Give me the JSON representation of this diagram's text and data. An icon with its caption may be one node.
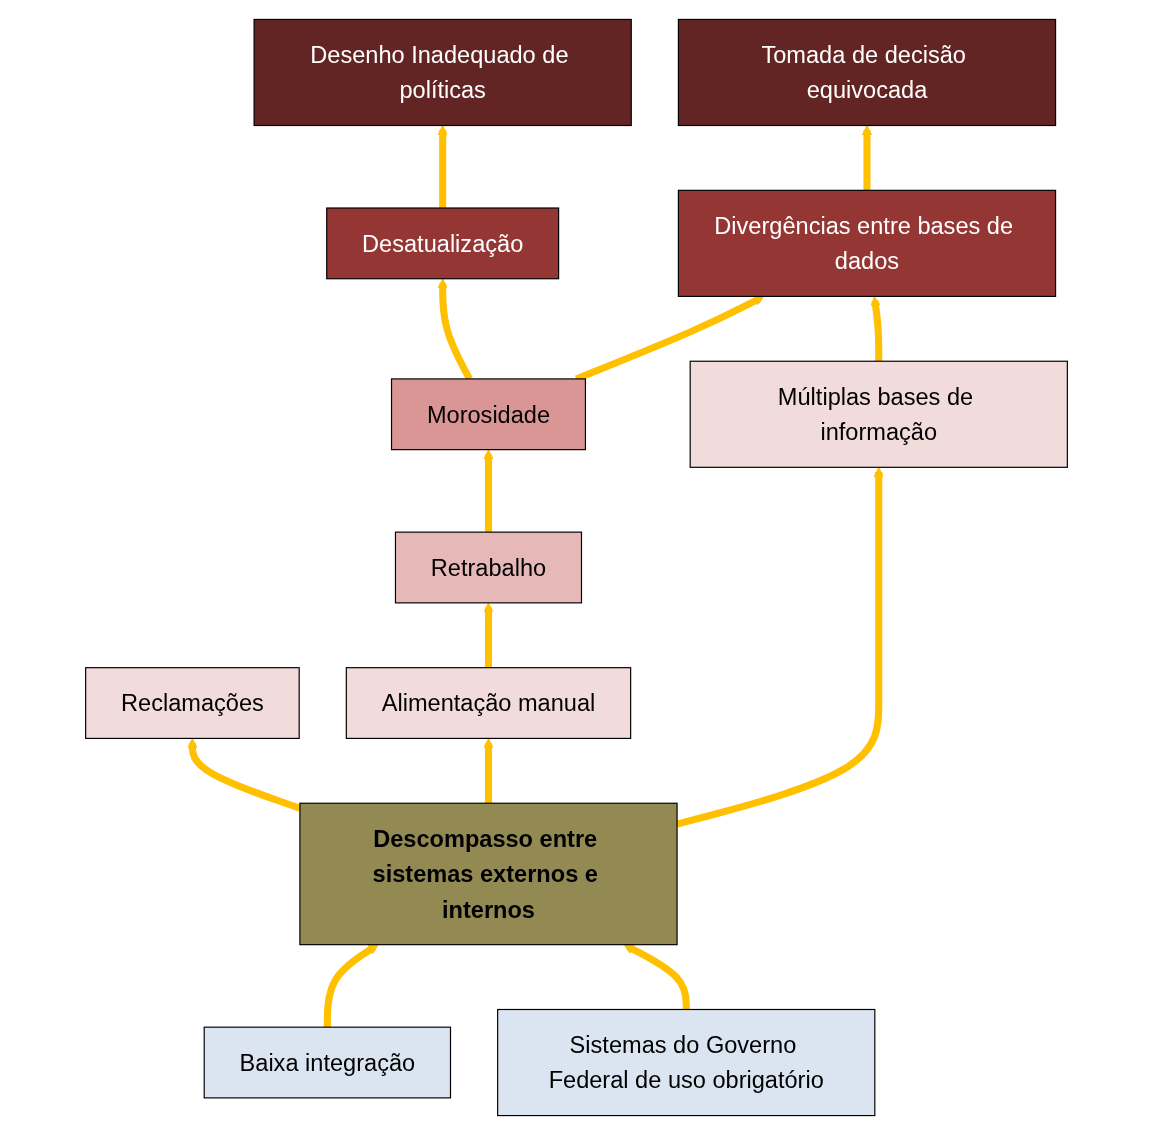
{
  "diagram": {
    "nodes": [
      {
        "text": [
          "Desenho Inadequado de políticas"
        ]
      },
      {
        "text": [
          "Tomada de decisão equivocada"
        ]
      },
      {
        "text": [
          "Desatualização"
        ]
      },
      {
        "text": [
          "Divergências entre bases de dados"
        ]
      },
      {
        "text": [
          "Morosidade"
        ]
      },
      {
        "text": [
          "Retrabalho"
        ]
      },
      {
        "text": [
          "Reclamações"
        ]
      },
      {
        "text": [
          "Alimentação manual"
        ]
      },
      {
        "text": [
          "Múltiplas bases de informação"
        ]
      },
      {
        "text": [
          "Descompasso entre sistemas externos e internos"
        ]
      },
      {
        "text": [
          "Baixa integração"
        ]
      },
      {
        "text": [
          "Sistemas do Governo Federal de uso obrigatório"
        ]
      }
    ],
    "edges": [
      {
        "from": 2,
        "to": 0,
        "arrow": "to"
      },
      {
        "from": 3,
        "to": 1,
        "arrow": "to"
      },
      {
        "from": 4,
        "to": 2,
        "arrow": "to"
      },
      {
        "from": 4,
        "to": 3,
        "arrow": "to"
      },
      {
        "from": 8,
        "to": 3,
        "arrow": "to"
      },
      {
        "from": 5,
        "to": 4,
        "arrow": "to"
      },
      {
        "from": 7,
        "to": 5,
        "arrow": "to"
      },
      {
        "from": 9,
        "to": 6,
        "arrow": "to"
      },
      {
        "from": 9,
        "to": 7,
        "arrow": "to"
      },
      {
        "from": 9,
        "to": 8,
        "arrow": "to"
      },
      {
        "from": 10,
        "to": 9,
        "arrow": "to"
      },
      {
        "from": 11,
        "to": 9,
        "arrow": "to"
      }
    ]
  }
}
